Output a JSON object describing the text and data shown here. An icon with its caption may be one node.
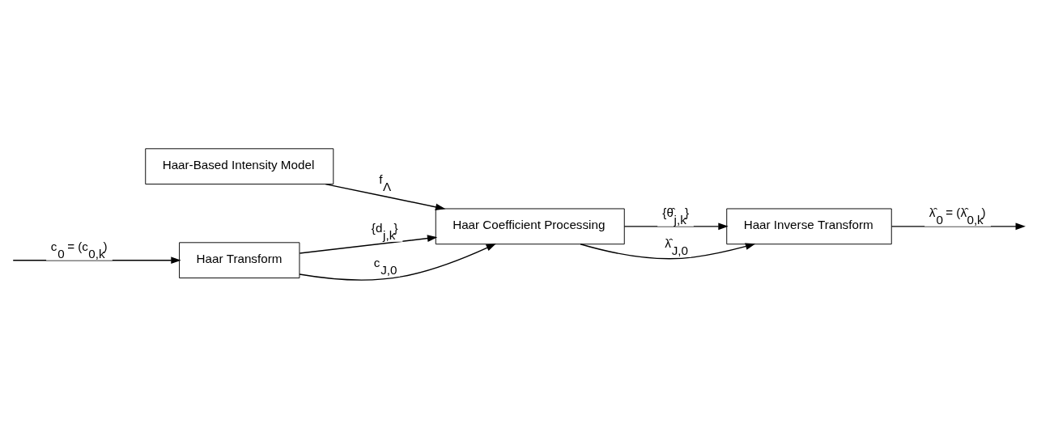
{
  "diagram": {
    "nodes": [
      {
        "text": [
          "Haar-Based Intensity Model"
        ]
      },
      {
        "text": [
          "Haar Transform"
        ]
      },
      {
        "text": [
          "Haar Coefficient Processing"
        ]
      },
      {
        "text": [
          "Haar Inverse Transform"
        ]
      }
    ],
    "edges": [
      {
        "from": null,
        "to": 1,
        "arrow": "to",
        "label": "c$_{0}$ = (c$_{0,k}$)"
      },
      {
        "from": 1,
        "to": 2,
        "arrow": "to",
        "label": "{d$_{j,k}$}"
      },
      {
        "from": 1,
        "to": 2,
        "arrow": "to",
        "label": "c$_{J,0}$"
      },
      {
        "from": 0,
        "to": 2,
        "arrow": "to",
        "label": "f$_{Λ}$"
      },
      {
        "from": 2,
        "to": 3,
        "arrow": "to",
        "label": "{θ̂$_{j,k}$}"
      },
      {
        "from": 2,
        "to": 3,
        "arrow": "to",
        "label": "λ̂$_{J,0}$"
      },
      {
        "from": 3,
        "to": null,
        "arrow": "to",
        "label": "λ̂$_{0}$ = (λ̂$_{0,k}$)"
      }
    ]
  }
}
